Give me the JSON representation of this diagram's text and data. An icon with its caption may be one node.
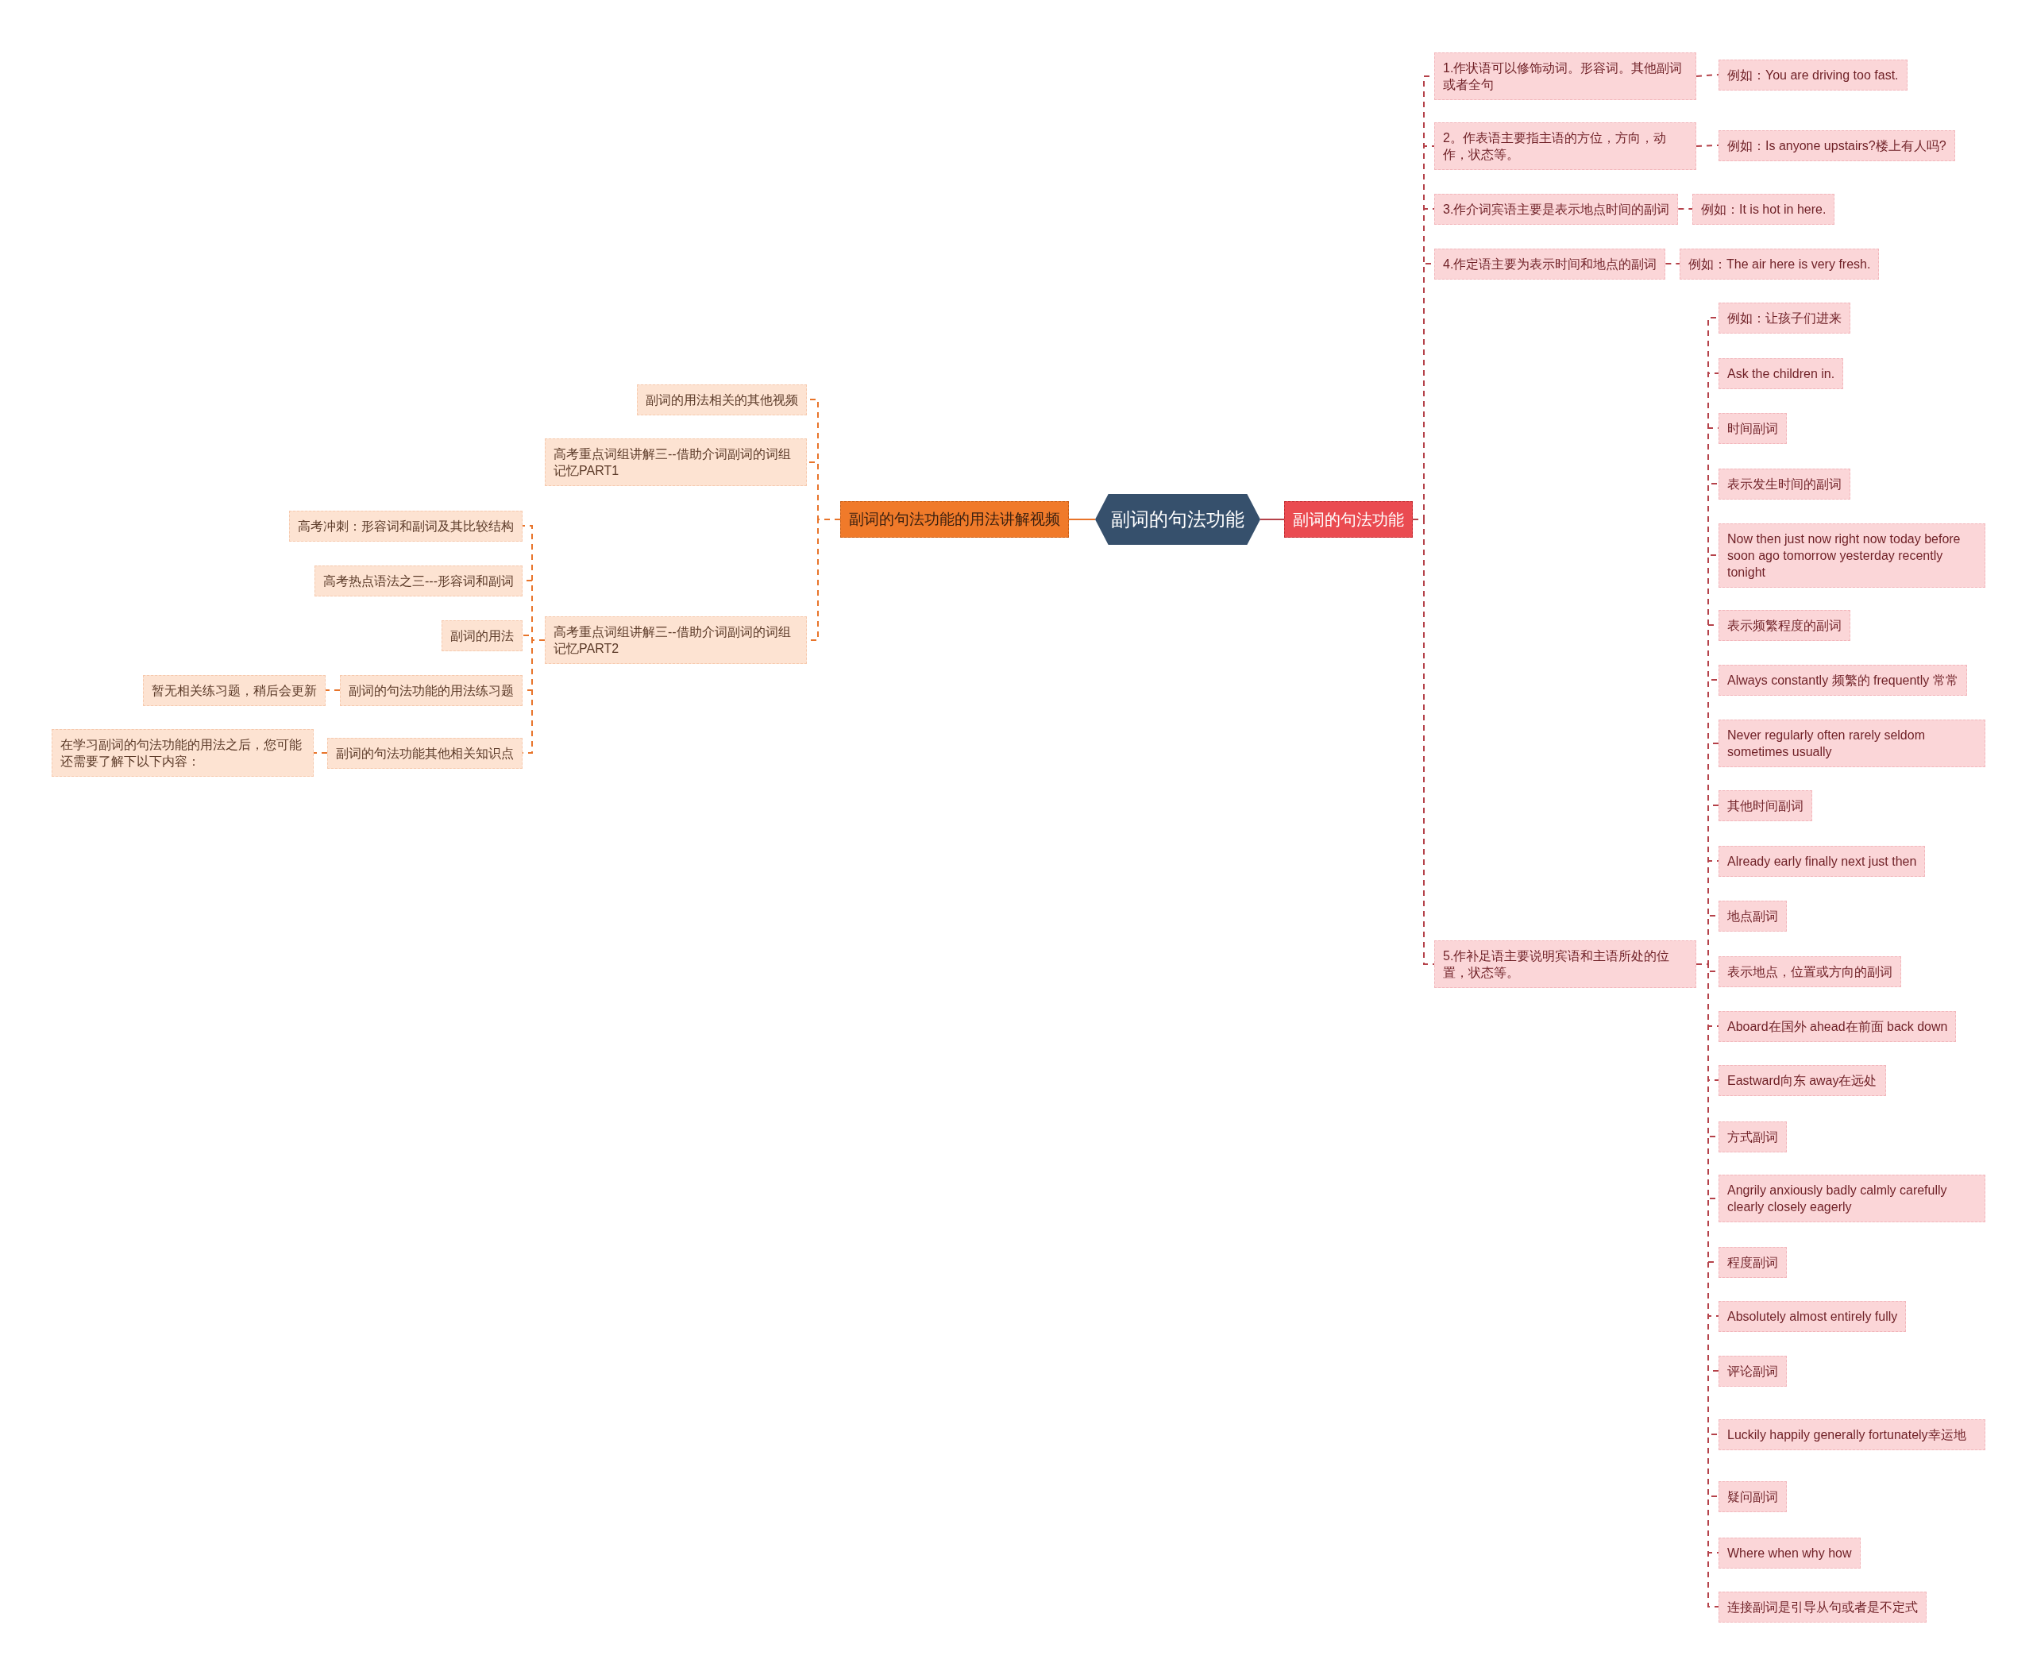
{
  "diagram": {
    "nodes": [
      {
        "text": [
          "副词的句法功能"
        ]
      },
      {
        "text": [
          "副词的句法功能的用法讲解视频"
        ]
      },
      {
        "text": [
          "副词的用法相关的其他视频"
        ]
      },
      {
        "text": [
          "高考重点词组讲解三--借助介词副词的词组记忆PART1"
        ]
      },
      {
        "text": [
          "高考重点词组讲解三--借助介词副词的词组记忆PART2"
        ]
      },
      {
        "text": [
          "高考冲刺：形容词和副词及其比较结构"
        ]
      },
      {
        "text": [
          "高考热点语法之三---形容词和副词"
        ]
      },
      {
        "text": [
          "副词的用法"
        ]
      },
      {
        "text": [
          "副词的句法功能的用法练习题"
        ]
      },
      {
        "text": [
          "暂无相关练习题，稍后会更新"
        ]
      },
      {
        "text": [
          "副词的句法功能其他相关知识点"
        ]
      },
      {
        "text": [
          "在学习副词的句法功能的用法之后，您可能还需要了解下以下内容："
        ]
      },
      {
        "text": [
          "副词的句法功能"
        ]
      },
      {
        "text": [
          "1.作状语可以修饰动词。形容词。其他副词或者全句"
        ]
      },
      {
        "text": [
          "例如：You are driving too fast."
        ]
      },
      {
        "text": [
          "2。作表语主要指主语的方位，方向，动作，状态等。"
        ]
      },
      {
        "text": [
          "例如：Is anyone upstairs?楼上有人吗?"
        ]
      },
      {
        "text": [
          "3.作介词宾语主要是表示地点时间的副词"
        ]
      },
      {
        "text": [
          "例如：It is hot in here."
        ]
      },
      {
        "text": [
          "4.作定语主要为表示时间和地点的副词"
        ]
      },
      {
        "text": [
          "例如：The air here is very fresh."
        ]
      },
      {
        "text": [
          "5.作补足语主要说明宾语和主语所处的位置，状态等。"
        ]
      },
      {
        "text": [
          "例如：让孩子们进来"
        ]
      },
      {
        "text": [
          "Ask the children in."
        ]
      },
      {
        "text": [
          "时间副词"
        ]
      },
      {
        "text": [
          "表示发生时间的副词"
        ]
      },
      {
        "text": [
          "Now then just now right now today before soon ago tomorrow yesterday recently tonight"
        ]
      },
      {
        "text": [
          "表示频繁程度的副词"
        ]
      },
      {
        "text": [
          "Always constantly 频繁的 frequently 常常"
        ]
      },
      {
        "text": [
          "Never regularly often rarely seldom sometimes usually"
        ]
      },
      {
        "text": [
          "其他时间副词"
        ]
      },
      {
        "text": [
          "Already early finally next just then"
        ]
      },
      {
        "text": [
          "地点副词"
        ]
      },
      {
        "text": [
          "表示地点，位置或方向的副词"
        ]
      },
      {
        "text": [
          "Aboard在国外 ahead在前面 back down"
        ]
      },
      {
        "text": [
          "Eastward向东 away在远处"
        ]
      },
      {
        "text": [
          "方式副词"
        ]
      },
      {
        "text": [
          "Angrily anxiously badly calmly carefully clearly closely eagerly"
        ]
      },
      {
        "text": [
          "程度副词"
        ]
      },
      {
        "text": [
          "Absolutely almost entirely fully"
        ]
      },
      {
        "text": [
          "评论副词"
        ]
      },
      {
        "text": [
          "Luckily happily generally fortunately幸运地"
        ]
      },
      {
        "text": [
          "疑问副词"
        ]
      },
      {
        "text": [
          "Where when why how"
        ]
      },
      {
        "text": [
          "连接副词是引导从句或者是不定式"
        ]
      }
    ],
    "edges": [
      {
        "from": 0,
        "to": 1,
        "arrow": "none",
        "color": "#e8742a"
      },
      {
        "from": 0,
        "to": 12,
        "arrow": "none"
      },
      {
        "from": 1,
        "to": 2,
        "arrow": "none",
        "style": "dashed",
        "color": "#e8742a"
      },
      {
        "from": 1,
        "to": 3,
        "arrow": "none",
        "style": "dashed",
        "color": "#e8742a"
      },
      {
        "from": 1,
        "to": 4,
        "arrow": "none",
        "style": "dashed",
        "color": "#e8742a"
      },
      {
        "from": 4,
        "to": 5,
        "arrow": "none",
        "style": "dashed",
        "color": "#e8742a"
      },
      {
        "from": 4,
        "to": 6,
        "arrow": "none",
        "style": "dashed",
        "color": "#e8742a"
      },
      {
        "from": 4,
        "to": 7,
        "arrow": "none",
        "style": "dashed",
        "color": "#e8742a"
      },
      {
        "from": 4,
        "to": 8,
        "arrow": "none",
        "style": "dashed",
        "color": "#e8742a"
      },
      {
        "from": 8,
        "to": 9,
        "arrow": "none",
        "style": "dashed",
        "color": "#e8742a"
      },
      {
        "from": 4,
        "to": 10,
        "arrow": "none",
        "style": "dashed",
        "color": "#e8742a"
      },
      {
        "from": 10,
        "to": 11,
        "arrow": "none",
        "style": "dashed",
        "color": "#e8742a"
      },
      {
        "from": 12,
        "to": 13,
        "arrow": "none",
        "style": "dashed"
      },
      {
        "from": 13,
        "to": 14,
        "arrow": "none",
        "style": "dashed"
      },
      {
        "from": 12,
        "to": 15,
        "arrow": "none",
        "style": "dashed"
      },
      {
        "from": 15,
        "to": 16,
        "arrow": "none",
        "style": "dashed"
      },
      {
        "from": 12,
        "to": 17,
        "arrow": "none",
        "style": "dashed"
      },
      {
        "from": 17,
        "to": 18,
        "arrow": "none",
        "style": "dashed"
      },
      {
        "from": 12,
        "to": 19,
        "arrow": "none",
        "style": "dashed"
      },
      {
        "from": 19,
        "to": 20,
        "arrow": "none",
        "style": "dashed"
      },
      {
        "from": 12,
        "to": 21,
        "arrow": "none",
        "style": "dashed"
      },
      {
        "from": 21,
        "to": 22,
        "arrow": "none",
        "style": "dashed"
      },
      {
        "from": 21,
        "to": 23,
        "arrow": "none",
        "style": "dashed"
      },
      {
        "from": 21,
        "to": 24,
        "arrow": "none",
        "style": "dashed"
      },
      {
        "from": 21,
        "to": 25,
        "arrow": "none",
        "style": "dashed"
      },
      {
        "from": 21,
        "to": 26,
        "arrow": "none",
        "style": "dashed"
      },
      {
        "from": 21,
        "to": 27,
        "arrow": "none",
        "style": "dashed"
      },
      {
        "from": 21,
        "to": 28,
        "arrow": "none",
        "style": "dashed"
      },
      {
        "from": 21,
        "to": 29,
        "arrow": "none",
        "style": "dashed"
      },
      {
        "from": 21,
        "to": 30,
        "arrow": "none",
        "style": "dashed"
      },
      {
        "from": 21,
        "to": 31,
        "arrow": "none",
        "style": "dashed"
      },
      {
        "from": 21,
        "to": 32,
        "arrow": "none",
        "style": "dashed"
      },
      {
        "from": 21,
        "to": 33,
        "arrow": "none",
        "style": "dashed"
      },
      {
        "from": 21,
        "to": 34,
        "arrow": "none",
        "style": "dashed"
      },
      {
        "from": 21,
        "to": 35,
        "arrow": "none",
        "style": "dashed"
      },
      {
        "from": 21,
        "to": 36,
        "arrow": "none",
        "style": "dashed"
      },
      {
        "from": 21,
        "to": 37,
        "arrow": "none",
        "style": "dashed"
      },
      {
        "from": 21,
        "to": 38,
        "arrow": "none",
        "style": "dashed"
      },
      {
        "from": 21,
        "to": 39,
        "arrow": "none",
        "style": "dashed"
      },
      {
        "from": 21,
        "to": 40,
        "arrow": "none",
        "style": "dashed"
      },
      {
        "from": 21,
        "to": 41,
        "arrow": "none",
        "style": "dashed"
      },
      {
        "from": 21,
        "to": 42,
        "arrow": "none",
        "style": "dashed"
      },
      {
        "from": 21,
        "to": 43,
        "arrow": "none",
        "style": "dashed"
      },
      {
        "from": 21,
        "to": 44,
        "arrow": "none",
        "style": "dashed"
      }
    ]
  }
}
